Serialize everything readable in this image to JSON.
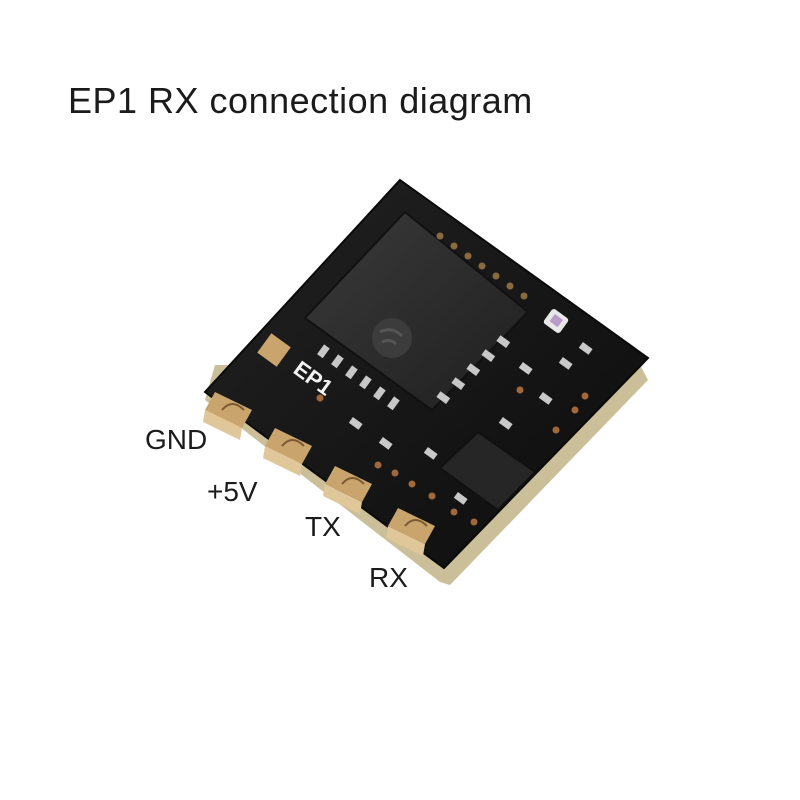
{
  "title": "EP1 RX connection diagram",
  "board": {
    "silkscreen": "EP1",
    "pins": [
      {
        "label": "GND"
      },
      {
        "label": "+5V"
      },
      {
        "label": "TX"
      },
      {
        "label": "RX"
      }
    ]
  },
  "colors": {
    "pcb": "#161616",
    "pcb_edge": "#cbbf9a",
    "chip": "#2a2a2a",
    "pad": "#c9a46c",
    "silk": "#f2f2f2"
  }
}
